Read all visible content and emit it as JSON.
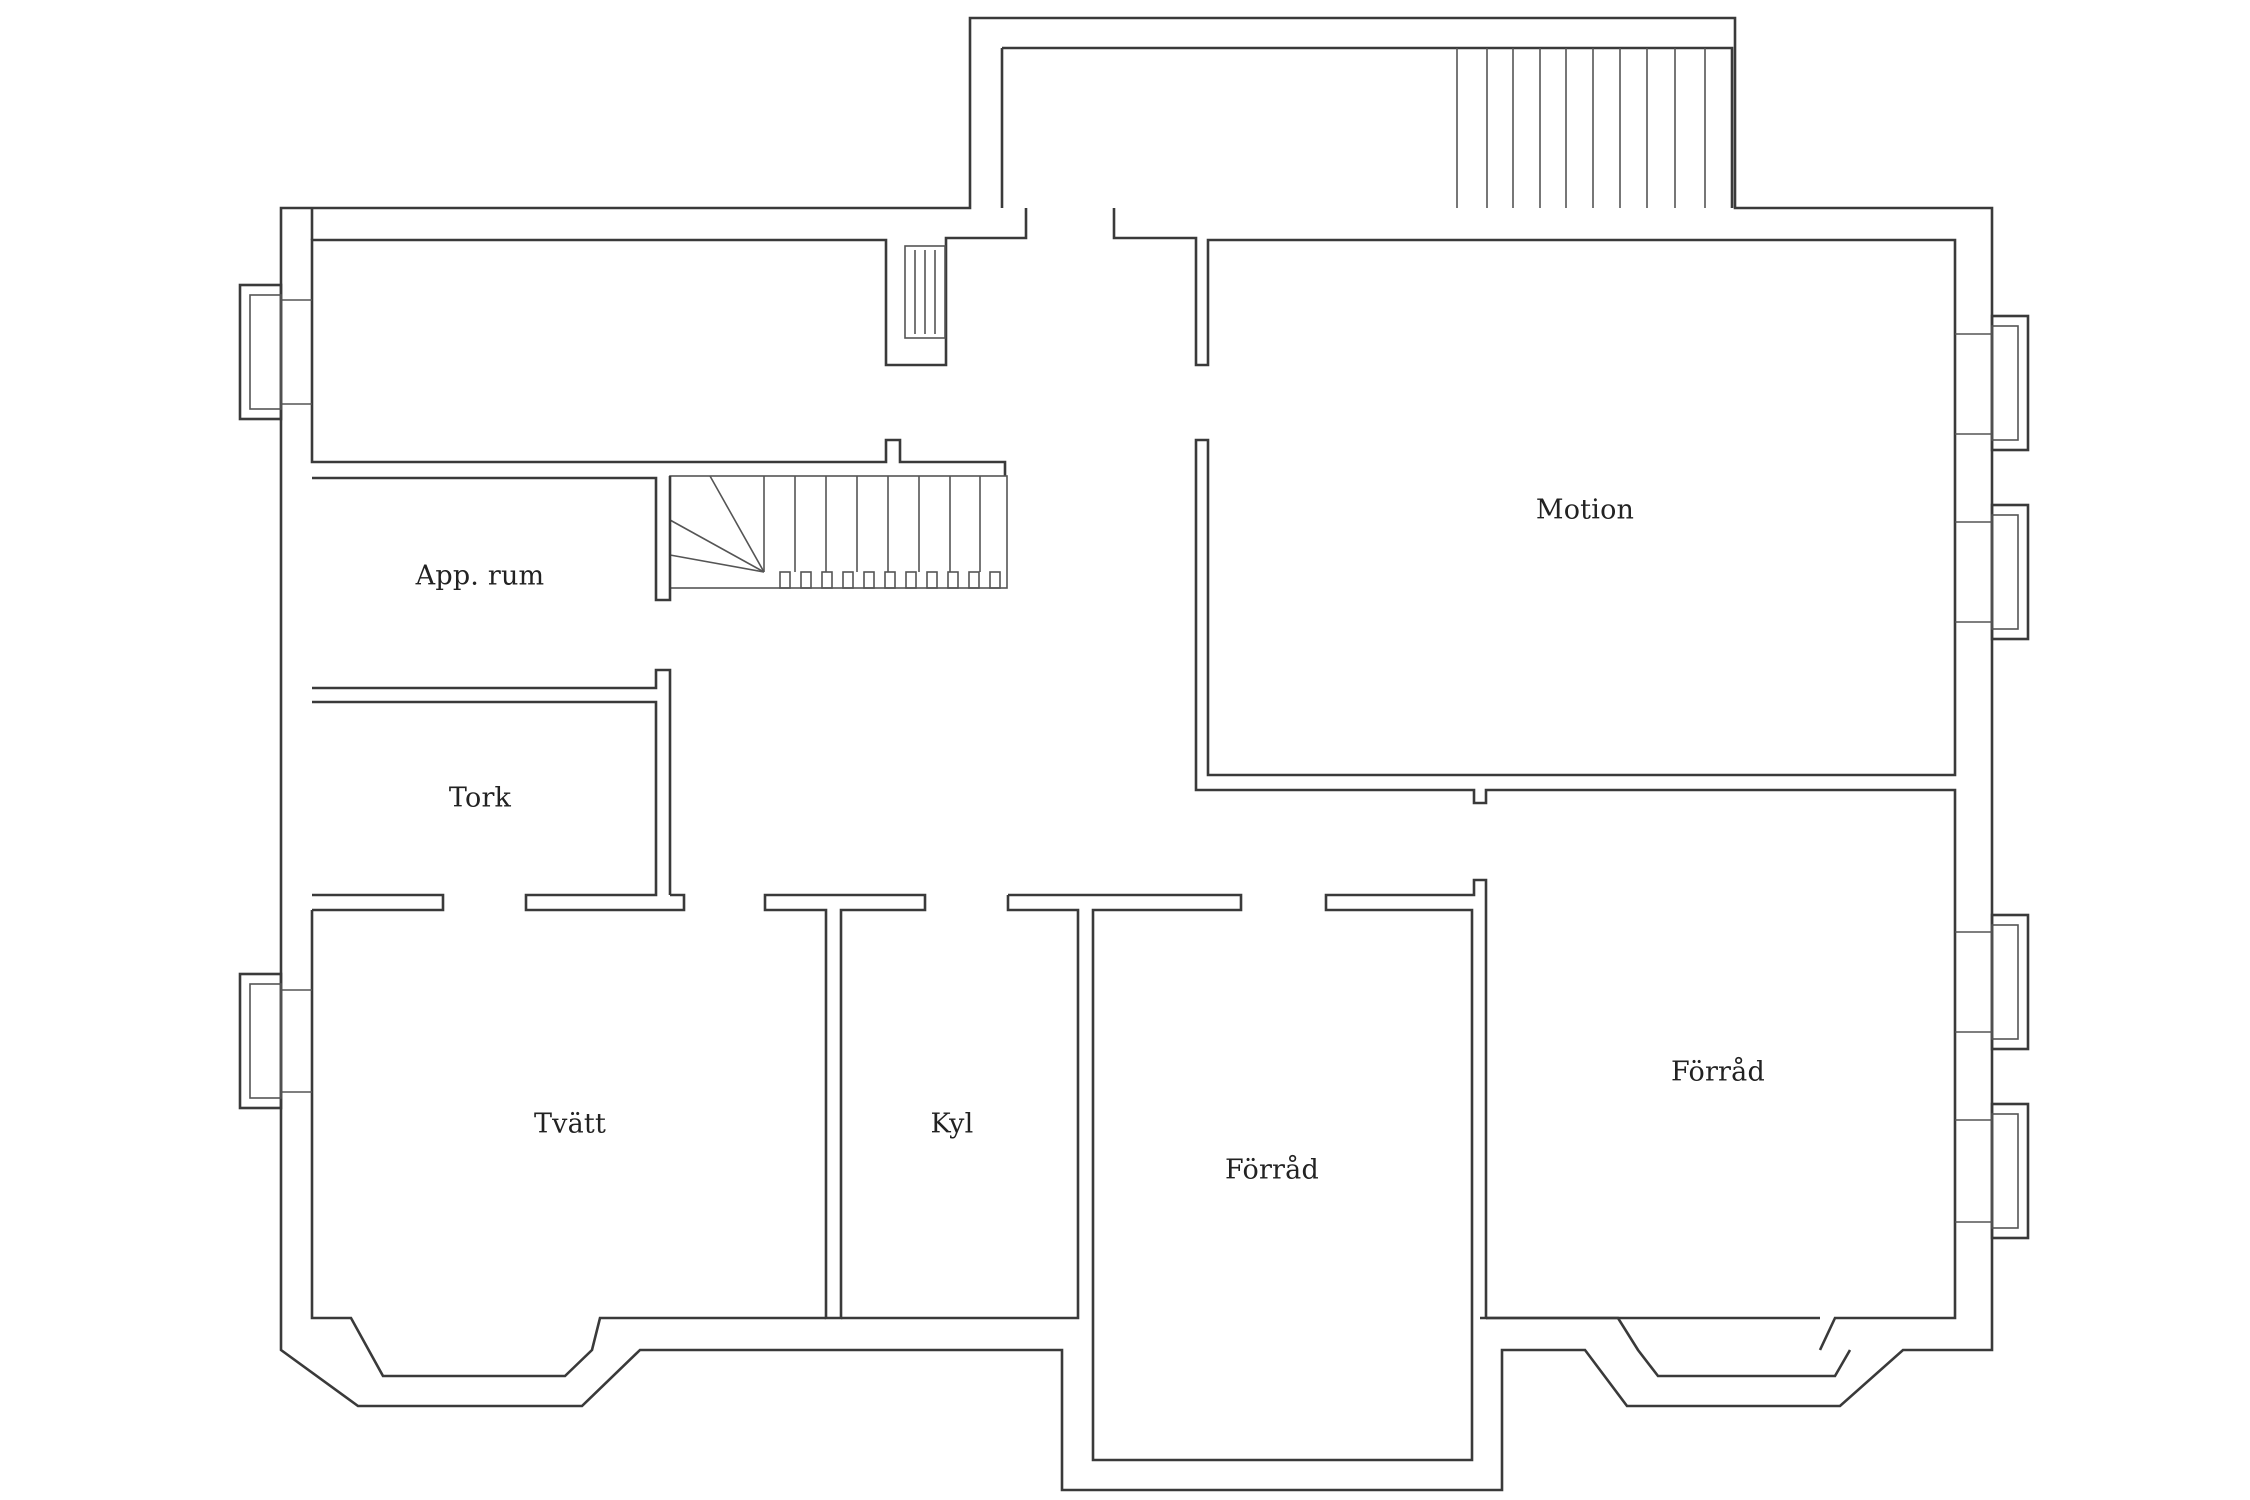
{
  "rooms": {
    "motion": "Motion",
    "app_rum": "App. rum",
    "tork": "Tork",
    "tvatt": "Tvätt",
    "kyl": "Kyl",
    "forrad_center": "Förråd",
    "forrad_right": "Förråd"
  },
  "colors": {
    "wall": "#3a3a3a",
    "background": "#ffffff"
  }
}
